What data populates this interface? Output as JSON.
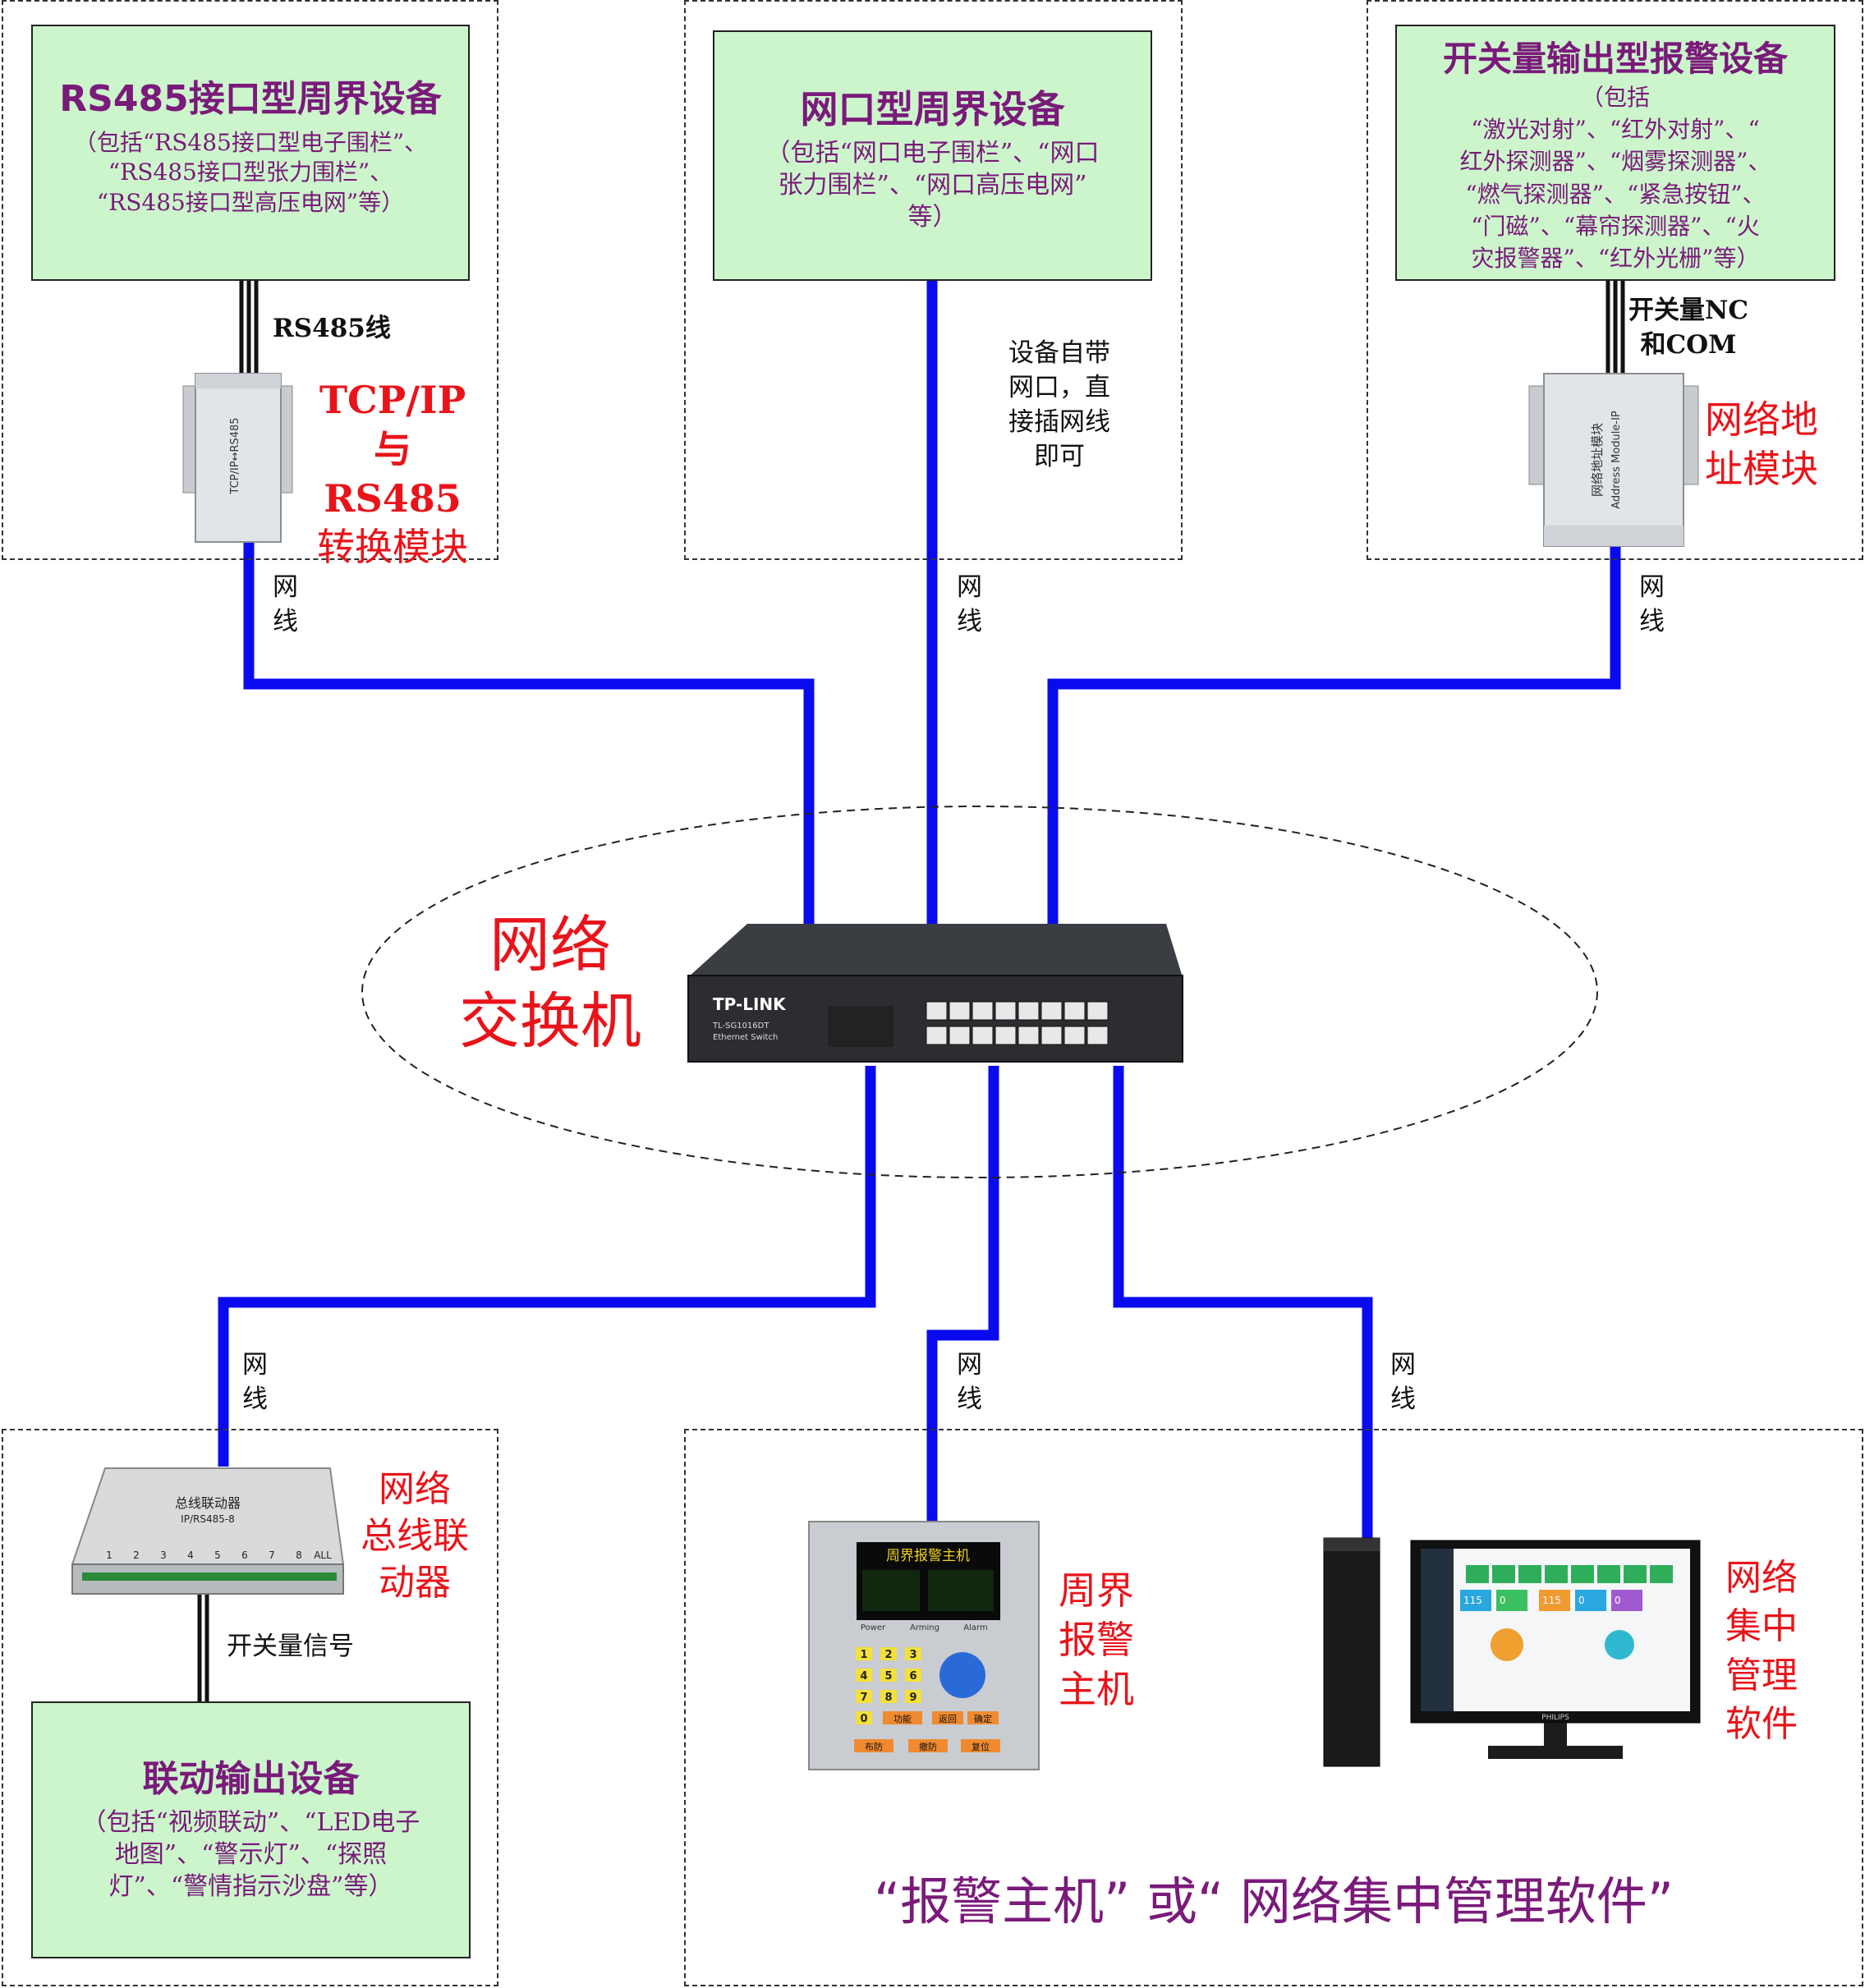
{
  "boxes": {
    "rs485": {
      "title": "RS485接口型周界设备",
      "desc": [
        "（包括“RS485接口型电子围栏”、",
        "“RS485接口型张力围栏”、",
        "“RS485接口型高压电网”等）"
      ]
    },
    "net": {
      "title": "网口型周界设备",
      "desc": [
        "（包括“网口电子围栏”、“网口",
        "张力围栏”、“网口高压电网”",
        "等）"
      ]
    },
    "switch": {
      "title": "开关量输出型报警设备",
      "desc": [
        "（包括",
        "“激光对射”、“红外对射”、“",
        "红外探测器”、“烟雾探测器”、",
        "“燃气探测器”、“紧急按钮”、",
        "“门磁”、“幕帘探测器”、“火",
        "灾报警器”、“红外光栅”等）"
      ]
    },
    "linkage": {
      "title": "联动输出设备",
      "desc": [
        "（包括“视频联动”、“LED电子",
        "地图”、“警示灯”、“探照",
        "灯”、“警情指示沙盘”等）"
      ]
    }
  },
  "wire_labels": {
    "rs485_line": "RS485线",
    "switch_nc_com": [
      "开关量NC",
      "和COM"
    ],
    "device_port": [
      "设备自带",
      "网口，直",
      "接插网线",
      "即可"
    ],
    "network_cable": [
      "网",
      "线"
    ],
    "switch_signal": "开关量信号"
  },
  "device_labels": {
    "converter": [
      "TCP/IP与",
      "RS485",
      "转换模块"
    ],
    "address_module": [
      "网络地",
      "址模块"
    ],
    "network_switch": [
      "网络",
      "交换机"
    ],
    "bus_linkage": [
      "网络",
      "总线联",
      "动器"
    ],
    "alarm_host": [
      "周界",
      "报警",
      "主机"
    ],
    "management": [
      "网络",
      "集中",
      "管理",
      "软件"
    ]
  },
  "device_text": {
    "converter_face": "TCP/IP↔RS485",
    "address_face": [
      "网络地址模块",
      "Address Module-IP"
    ],
    "switch_brand": "TP-LINK",
    "switch_model": "TL-SG1016DT",
    "switch_type": "Ethernet Switch",
    "bus_title": "总线联动器",
    "bus_model": "IP/RS485-8",
    "bus_ports": [
      "1",
      "2",
      "3",
      "4",
      "5",
      "6",
      "7",
      "8",
      "ALL"
    ],
    "host_title": "周界报警主机",
    "host_keys": [
      "1",
      "2",
      "3",
      "4",
      "5",
      "6",
      "7",
      "8",
      "9",
      "0"
    ],
    "host_leds": [
      "Power",
      "Arming",
      "Alarm"
    ],
    "host_func": [
      "功能",
      "返回",
      "确定"
    ],
    "host_bottom": [
      "布防",
      "撤防",
      "复位"
    ],
    "monitor_brand": "PHILIPS",
    "monitor_stats": [
      "115",
      "0",
      "115",
      "0",
      "0"
    ]
  },
  "footer": "“报警主机” 或“ 网络集中管理软件”",
  "colors": {
    "cable": "#0a0aee",
    "box_fill": "#ccf5cc",
    "title_purple": "#7a1a7a",
    "label_red": "#e8141a"
  }
}
